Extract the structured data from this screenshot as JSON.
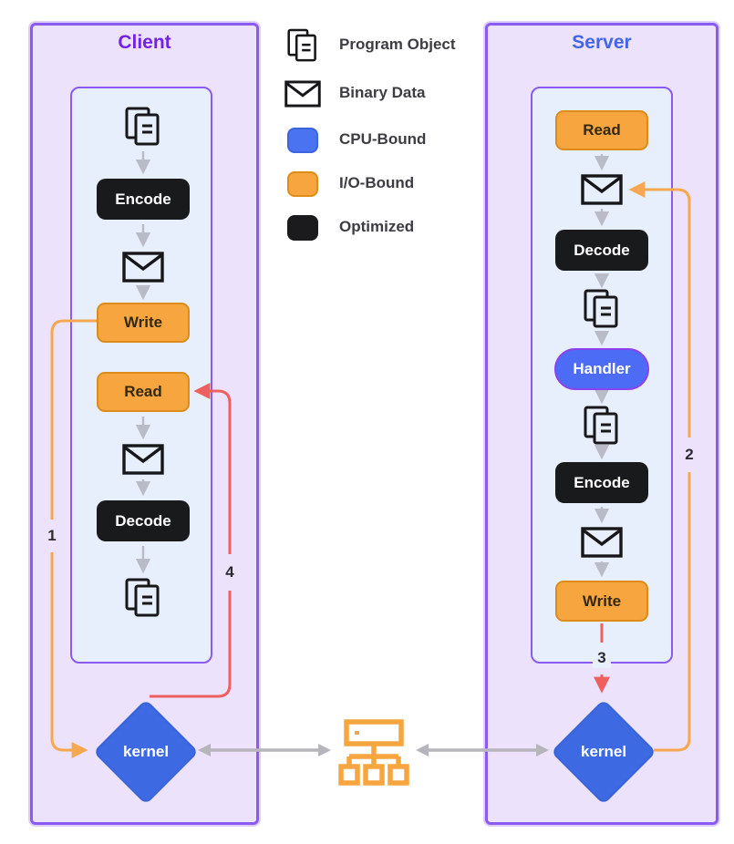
{
  "client": {
    "title": "Client",
    "encode_label": "Encode",
    "write_label": "Write",
    "read_label": "Read",
    "decode_label": "Decode",
    "kernel_label": "kernel"
  },
  "server": {
    "title": "Server",
    "read_label": "Read",
    "decode_label": "Decode",
    "handler_label": "Handler",
    "encode_label": "Encode",
    "write_label": "Write",
    "kernel_label": "kernel"
  },
  "legend": {
    "items": [
      {
        "icon": "program-object-icon",
        "label": "Program Object"
      },
      {
        "icon": "binary-data-icon",
        "label": "Binary Data"
      },
      {
        "icon": "cpu-bound-swatch",
        "label": "CPU-Bound",
        "color": "#4a73f2"
      },
      {
        "icon": "io-bound-swatch",
        "label": "I/O-Bound",
        "color": "#f6a53f"
      },
      {
        "icon": "optimized-swatch",
        "label": "Optimized",
        "color": "#1b1b1d"
      }
    ]
  },
  "edge_labels": {
    "step1": "1",
    "step2": "2",
    "step3": "3",
    "step4": "4"
  },
  "colors": {
    "purple_border": "#8a5bf0",
    "client_title": "#7223e6",
    "server_title": "#4167e8",
    "panel_bg": "#ece2fb",
    "inner_bg": "#e7eefc",
    "cpu_blue": "#4a73f2",
    "io_orange": "#f6a53f",
    "optimized_black": "#1b1b1d",
    "kernel_blue": "#3d6ae3",
    "edge_orange": "#f6a851",
    "edge_red": "#ee5f5f",
    "edge_gray": "#b5b5bb"
  }
}
